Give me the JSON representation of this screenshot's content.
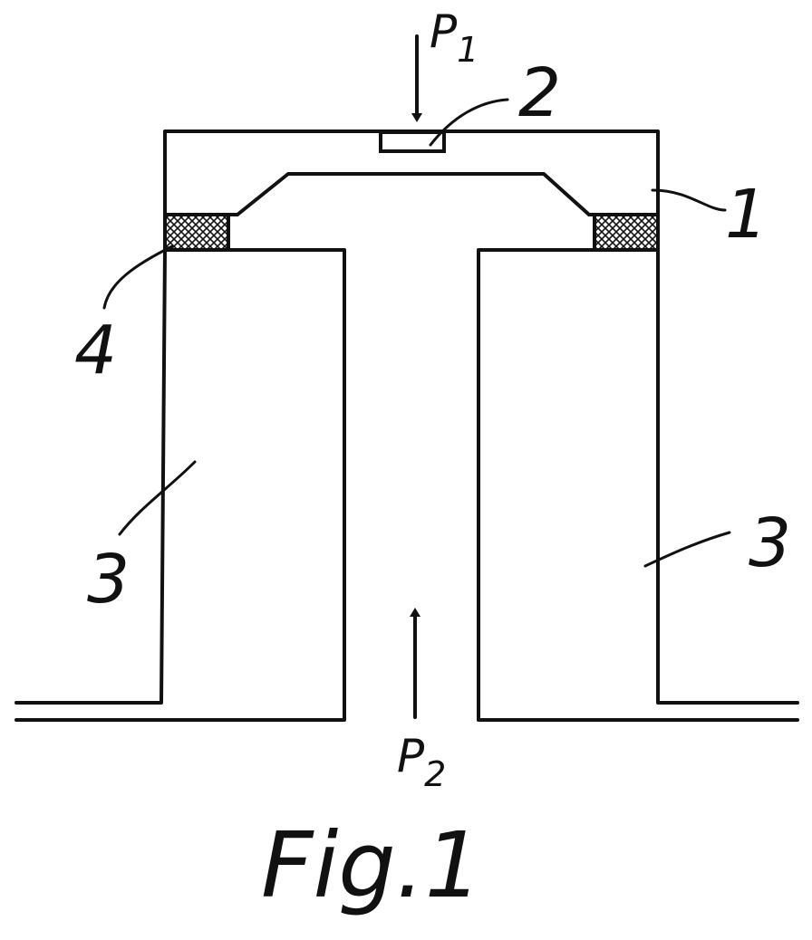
{
  "labels": {
    "ref_1": "1",
    "ref_2": "2",
    "ref_3_left": "3",
    "ref_3_right": "3",
    "ref_4": "4",
    "pressure_top": "P",
    "pressure_top_sub": "1",
    "pressure_bottom": "P",
    "pressure_bottom_sub": "2",
    "caption": "Fig.1"
  },
  "colors": {
    "line": "#111111",
    "background": "#ffffff"
  }
}
